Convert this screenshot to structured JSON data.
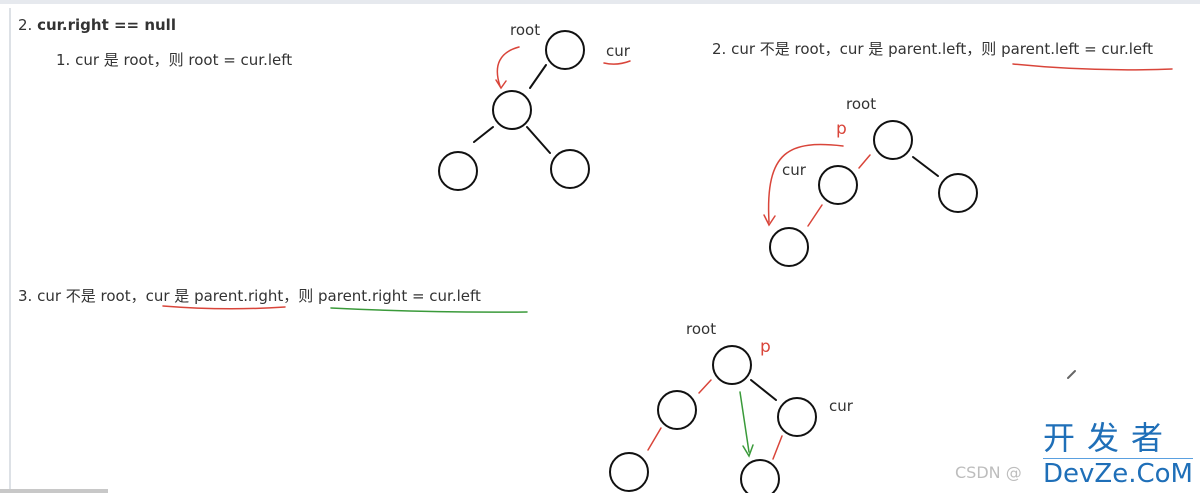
{
  "heading": {
    "number": "2.",
    "title": "cur.right == null"
  },
  "case1": {
    "text": "1. cur 是 root，则 root = cur.left",
    "labels": {
      "root": "root",
      "cur": "cur"
    }
  },
  "case2": {
    "text": "2. cur 不是 root，cur 是 parent.left，则 parent.left = cur.left",
    "labels": {
      "root": "root",
      "p": "p",
      "cur": "cur"
    }
  },
  "case3": {
    "text": "3. cur 不是 root，cur 是 parent.right，则 parent.right = cur.left",
    "labels": {
      "root": "root",
      "p": "p",
      "cur": "cur"
    }
  },
  "watermark": {
    "csdn": "CSDN @",
    "logo_cn": "开发者",
    "logo_en": "DevZe.CoM"
  },
  "colors": {
    "red": "#d9453a",
    "green": "#3a9a3a",
    "ink": "#111111"
  }
}
